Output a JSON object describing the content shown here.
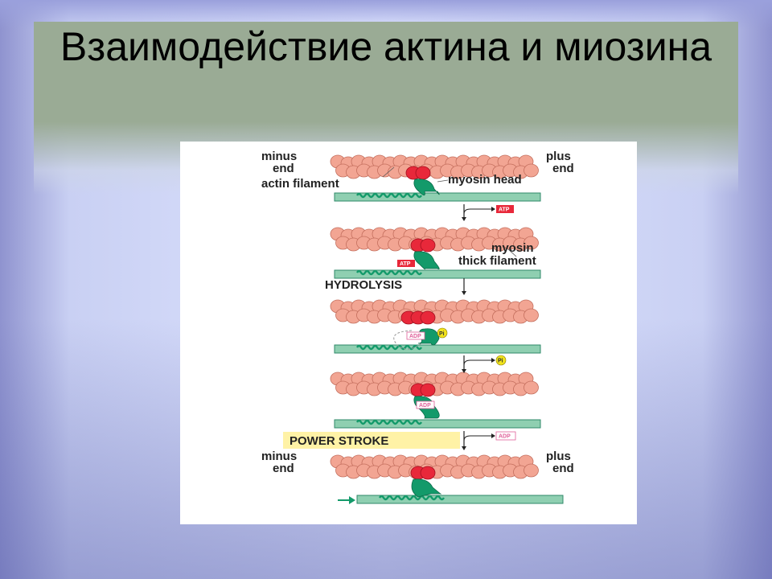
{
  "slide": {
    "title": "Взаимодействие актина и миозина"
  },
  "diagram": {
    "labels": {
      "minus_end_line1": "minus",
      "minus_end_line2": "end",
      "plus_end_line1": "plus",
      "plus_end_line2": "end",
      "actin_filament": "actin filament",
      "myosin_head": "myosin head",
      "myosin_thick_line1": "myosin",
      "myosin_thick_line2": "thick filament"
    },
    "stages": {
      "hydrolysis": "HYDROLYSIS",
      "power_stroke": "POWER STROKE"
    },
    "chemicals": {
      "atp": "ATP",
      "adp": "ADP",
      "pi": "Pi"
    },
    "colors": {
      "actin_bead": "#f2a593",
      "actin_bead_stroke": "#c46f5e",
      "actin_highlight": "#e8283a",
      "myosin": "#139a6a",
      "thick_filament": "#8fcfb1",
      "thick_filament_stroke": "#2f8a69",
      "atp_tag": "#e8283a",
      "adp_tag_stroke": "#e0609a",
      "pi_circle": "#f1e31c",
      "power_stroke_bg": "#fff2a6"
    }
  }
}
